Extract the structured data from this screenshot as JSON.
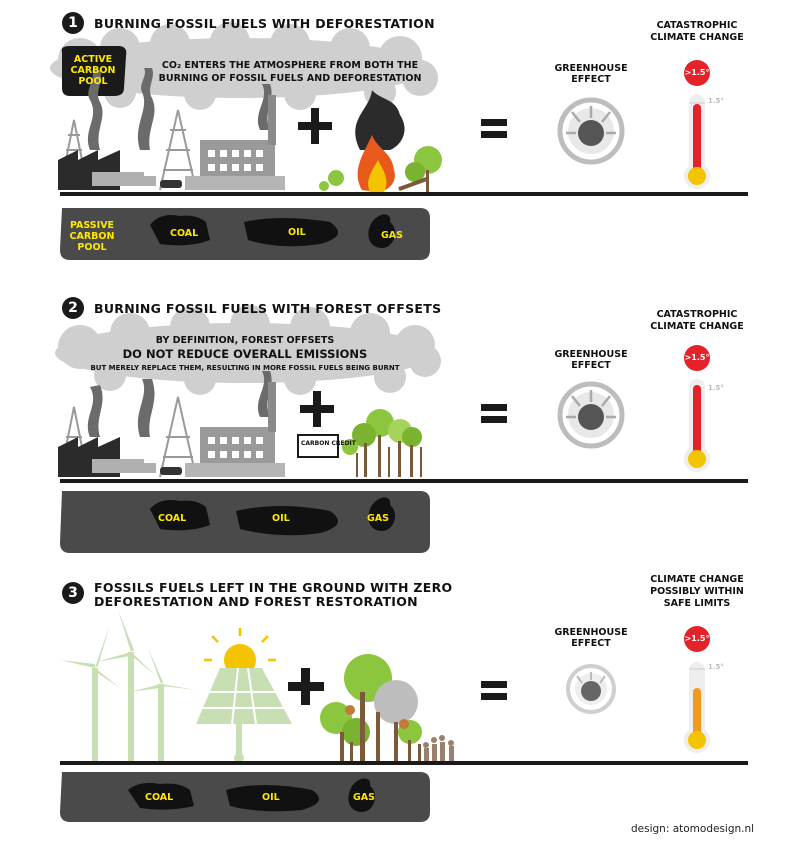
{
  "colors": {
    "dark": "#1a1a1a",
    "ground": "#4a4a4a",
    "cloud": "#cfcfcf",
    "accent_yellow": "#ffe800",
    "badge_red": "#e4222a",
    "thermo_red": "#e4222a",
    "thermo_orange": "#f39a1e",
    "thermo_yellow": "#f5c400",
    "tree_green": "#8cc63f",
    "renewables_green": "#c8dfb4"
  },
  "panels": [
    {
      "number": "1",
      "title": "BURNING FOSSIL FUELS WITH DEFORESTATION",
      "cloud": {
        "line1": "CO₂ ENTERS THE ATMOSPHERE FROM BOTH THE",
        "line2": "BURNING OF FOSSIL FUELS AND DEFORESTATION"
      },
      "active_pool_label": [
        "ACTIVE",
        "CARBON",
        "POOL"
      ],
      "passive_pool_label": [
        "PASSIVE",
        "CARBON",
        "POOL"
      ],
      "fuels": [
        "COAL",
        "OIL",
        "GAS"
      ],
      "greenhouse_label": [
        "GREENHOUSE",
        "EFFECT"
      ],
      "outcome_label": [
        "CATASTROPHIC",
        "CLIMATE CHANGE"
      ],
      "badge": ">1.5°",
      "tick": "1.5°",
      "thermometer_fill_fraction": 0.92,
      "thermometer_color": "red"
    },
    {
      "number": "2",
      "title": "BURNING FOSSIL FUELS WITH FOREST OFFSETS",
      "cloud": {
        "line1": "BY DEFINITION, FOREST OFFSETS",
        "line2": "DO NOT REDUCE OVERALL EMISSIONS",
        "line3": "BUT MERELY REPLACE THEM, RESULTING IN MORE FOSSIL FUELS BEING BURNT"
      },
      "credit_label": "CARBON CREDIT",
      "fuels": [
        "COAL",
        "OIL",
        "GAS"
      ],
      "greenhouse_label": [
        "GREENHOUSE",
        "EFFECT"
      ],
      "outcome_label": [
        "CATASTROPHIC",
        "CLIMATE CHANGE"
      ],
      "badge": ">1.5°",
      "tick": "1.5°",
      "thermometer_fill_fraction": 0.92,
      "thermometer_color": "red"
    },
    {
      "number": "3",
      "title_line1": "FOSSILS FUELS LEFT IN THE GROUND WITH ZERO",
      "title_line2": "DEFORESTATION AND FOREST RESTORATION",
      "fuels": [
        "COAL",
        "OIL",
        "GAS"
      ],
      "greenhouse_label": [
        "GREENHOUSE",
        "EFFECT"
      ],
      "outcome_label": [
        "CLIMATE CHANGE",
        "POSSIBLY WITHIN",
        "SAFE LIMITS"
      ],
      "badge": ">1.5°",
      "tick": "1.5°",
      "thermometer_fill_fraction": 0.65,
      "thermometer_color": "orange"
    }
  ],
  "footer": {
    "design_credit": "design: atomodesign.nl"
  }
}
